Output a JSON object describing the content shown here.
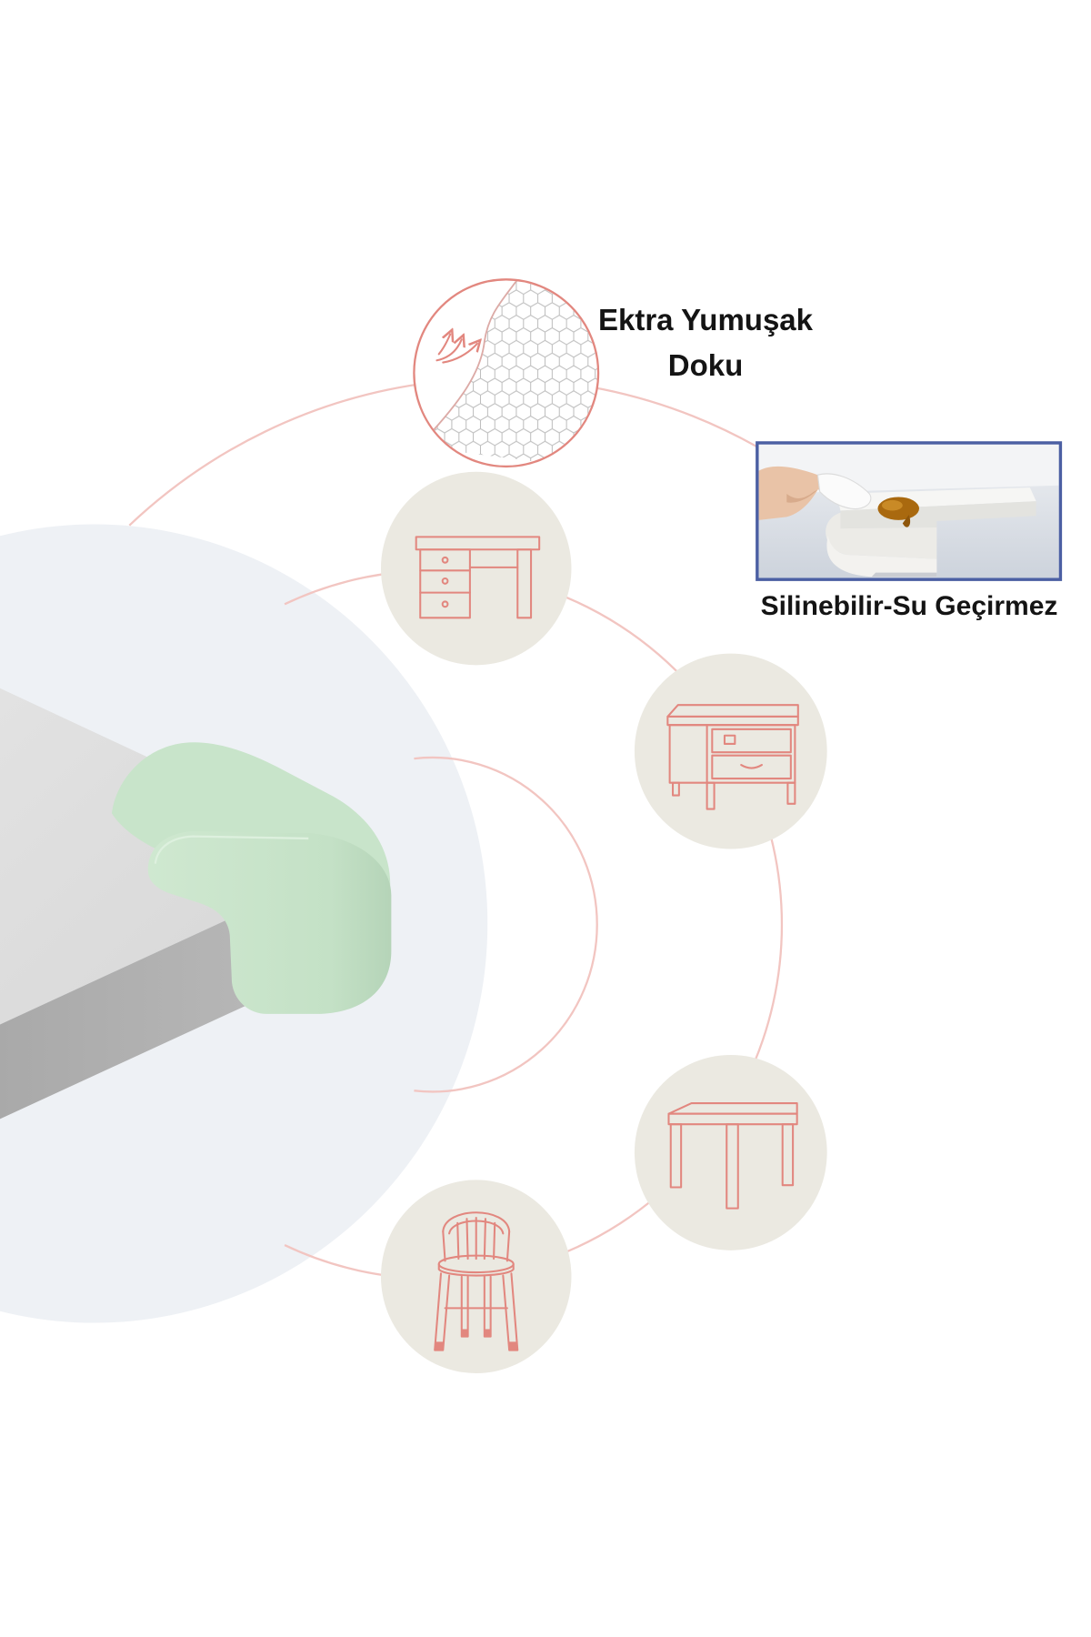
{
  "features": {
    "soft_texture": {
      "line1": "Ektra Yumuşak",
      "line2": "Doku",
      "icon": "honeycomb-texture-icon"
    },
    "wipeable": {
      "label": "Silinebilir-Su Geçirmez",
      "image": "wiping-stain-photo"
    }
  },
  "icons": {
    "furniture": [
      "desk-icon",
      "nightstand-icon",
      "side-table-icon",
      "chair-icon"
    ],
    "product": "corner-guard-icon"
  },
  "colors": {
    "backdrop": "#eef1f5",
    "ring": "#f2c5c1",
    "icon_stroke": "#e2877f",
    "icon_bg": "#ebe9e1",
    "guard": "#c8e4ca",
    "text": "#141414",
    "photo_border": "#4b5fa3"
  }
}
